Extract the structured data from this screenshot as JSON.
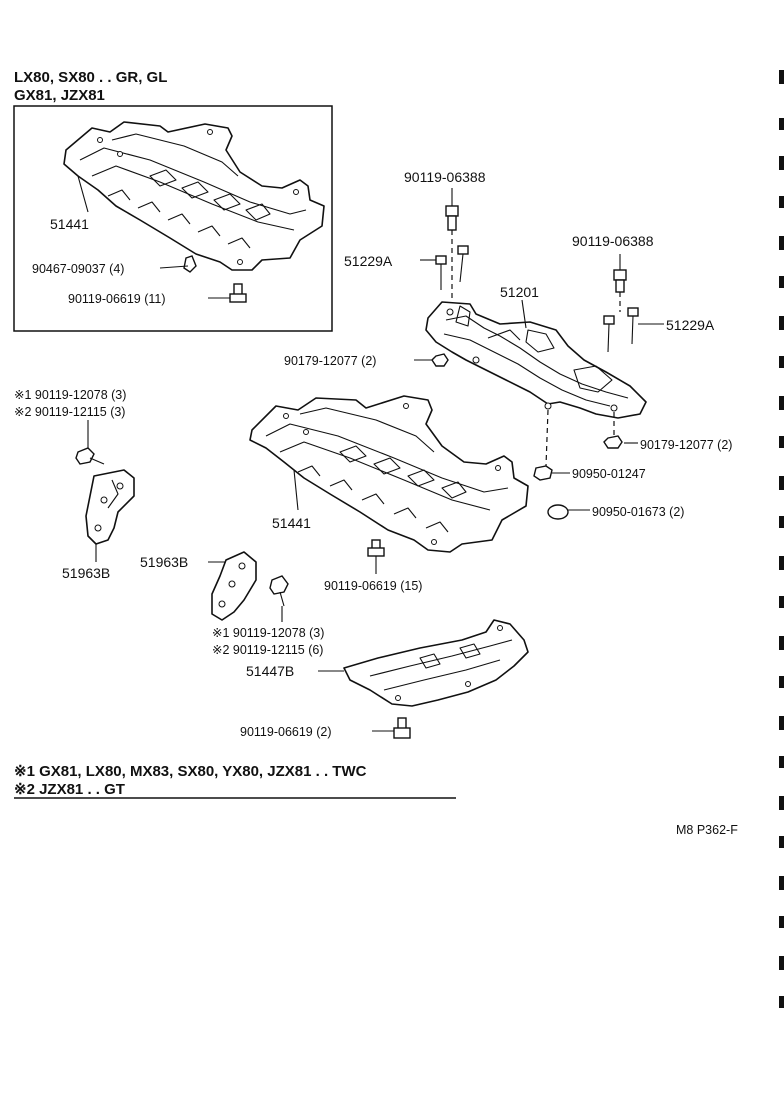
{
  "header": {
    "models_line1": "LX80, SX80 . . GR, GL",
    "models_line2": "GX81, JZX81"
  },
  "inset_labels": {
    "cover": "51441",
    "clip": "90467-09037 (4)",
    "bolt": "90119-06619 (11)"
  },
  "main_labels": {
    "bolt_top_center": "90119-06388",
    "stud_left": "51229A",
    "crossmember": "51201",
    "bolt_top_right": "90119-06388",
    "stud_right": "51229A",
    "nut_left": "90179-12077 (2)",
    "nut_right": "90179-12077 (2)",
    "cushion_upper": "90950-01247",
    "cushion_lower": "90950-01673 (2)",
    "cover_main": "51441",
    "cover_bolt": "90119-06619 (15)",
    "bracket_left": "51963B",
    "bracket_mid": "51963B",
    "cover_front": "51447B",
    "cover_front_bolt": "90119-06619 (2)"
  },
  "bolt_notes_upper": {
    "note1": "※1 90119-12078 (3)",
    "note2": "※2 90119-12115 (3)"
  },
  "bolt_notes_lower": {
    "note1": "※1 90119-12078 (3)",
    "note2": "※2 90119-12115 (6)"
  },
  "footnotes": {
    "note1": "※1 GX81, LX80, MX83, SX80, YX80, JZX81 . . TWC",
    "note2": "※2 JZX81 . . GT"
  },
  "figure_code": "M8 P362-F"
}
